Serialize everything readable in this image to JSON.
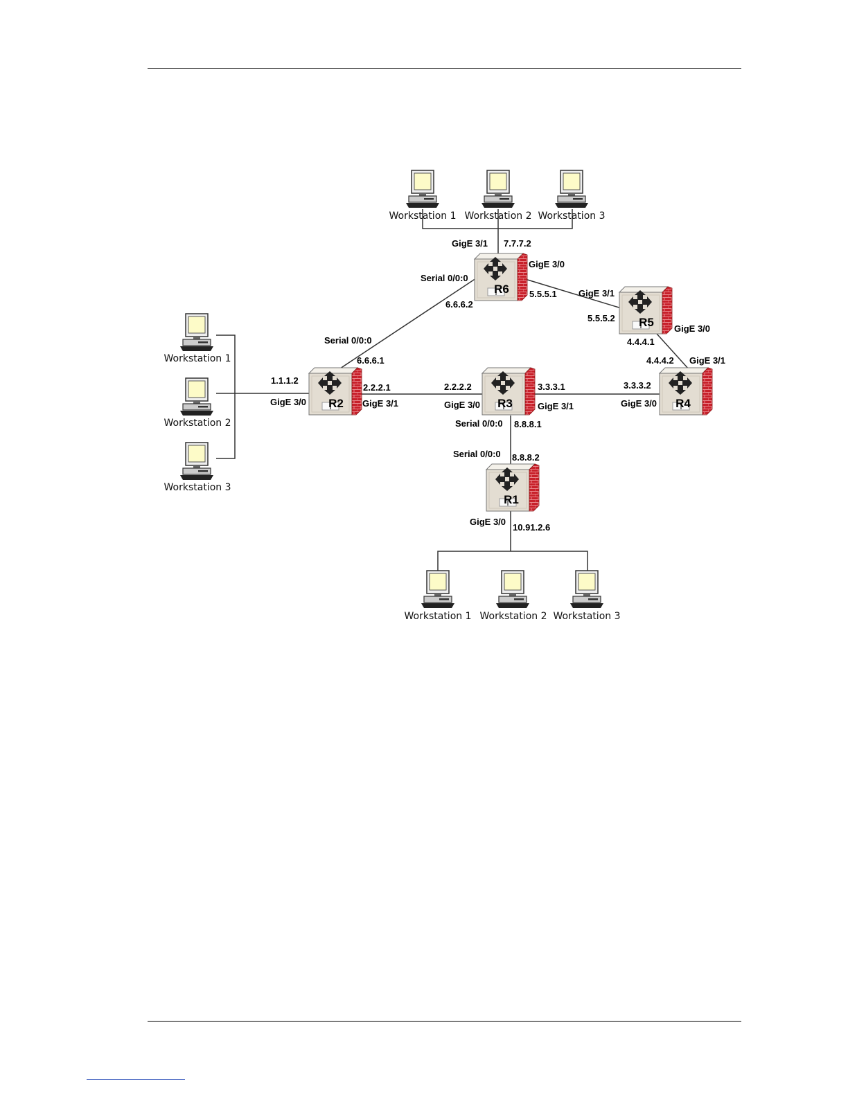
{
  "routers": {
    "r1": {
      "name": "R1"
    },
    "r2": {
      "name": "R2"
    },
    "r3": {
      "name": "R3"
    },
    "r4": {
      "name": "R4"
    },
    "r5": {
      "name": "R5"
    },
    "r6": {
      "name": "R6"
    }
  },
  "workstations": {
    "top": [
      "Workstation 1",
      "Workstation 2",
      "Workstation 3"
    ],
    "left": [
      "Workstation 1",
      "Workstation 2",
      "Workstation 3"
    ],
    "bottom": [
      "Workstation 1",
      "Workstation 2",
      "Workstation 3"
    ]
  },
  "labels": {
    "r6_gige31": "GigE 3/1",
    "r6_ip_top": "7.7.7.2",
    "r6_gige30": "GigE 3/0",
    "r6_serial": "Serial 0/0:0",
    "r6_ip_r5": "5.5.5.1",
    "r6_ip_r2": "6.6.6.2",
    "r5_gige31": "GigE 3/1",
    "r5_ip_r6": "5.5.5.2",
    "r5_gige30": "GigE 3/0",
    "r5_ip_r4": "4.4.4.1",
    "r4_ip_r5": "4.4.4.2",
    "r4_gige31": "GigE 3/1",
    "r4_ip_r3": "3.3.3.2",
    "r4_gige30": "GigE 3/0",
    "r2_serial": "Serial 0/0:0",
    "r2_ip_r6": "6.6.6.1",
    "r2_ip_lan": "1.1.1.2",
    "r2_gige30": "GigE 3/0",
    "r2_ip_r3": "2.2.2.1",
    "r2_gige31": "GigE 3/1",
    "r3_ip_r2": "2.2.2.2",
    "r3_gige30": "GigE 3/0",
    "r3_ip_r4": "3.3.3.1",
    "r3_gige31": "GigE 3/1",
    "r3_serial": "Serial 0/0:0",
    "r3_ip_r1": "8.8.8.1",
    "r1_serial": "Serial 0/0:0",
    "r1_ip_r3": "8.8.8.2",
    "r1_gige30": "GigE 3/0",
    "r1_ip_lan": "10.91.2.6"
  },
  "colors": {
    "firewall_red": "#c8202a",
    "router_body": "#e3ddd2",
    "monitor_screen": "#fdfbc8",
    "link": "#333333"
  }
}
